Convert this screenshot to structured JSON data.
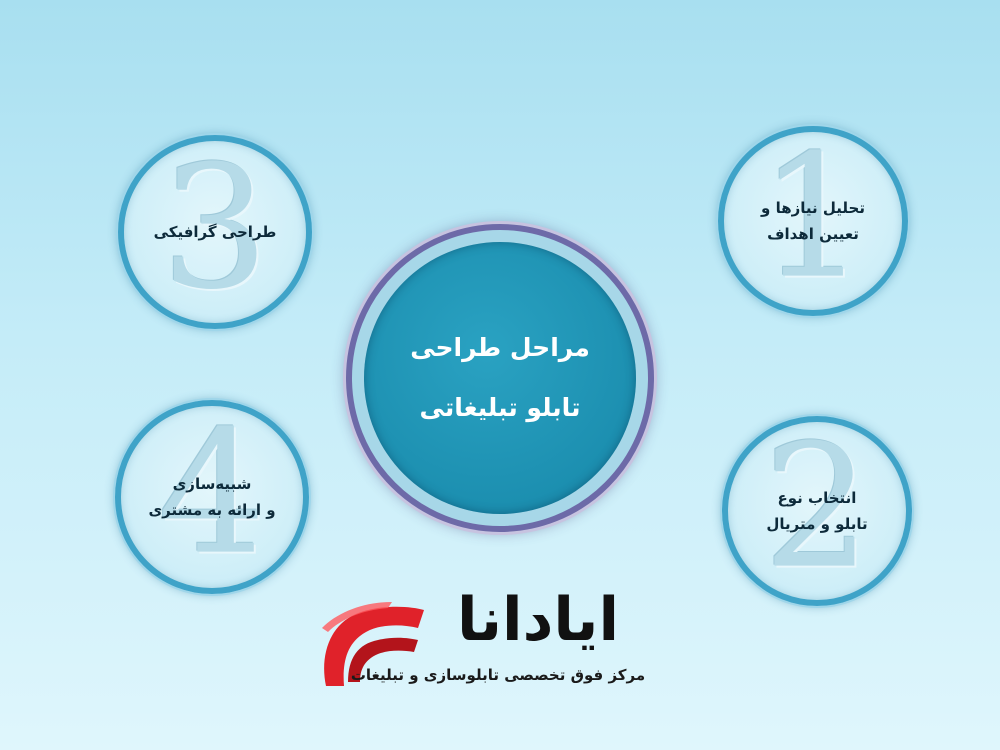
{
  "center": {
    "line1": "مراحل  طراحی",
    "line2": "تابلو تبلیغاتی"
  },
  "steps": [
    {
      "numeral": "1",
      "line1": "تحلیل نیازها و",
      "line2": "تعیین اهداف"
    },
    {
      "numeral": "2",
      "line1": "انتخاب نوع",
      "line2": "تابلو و متریال"
    },
    {
      "numeral": "3",
      "line1": "طراحی گرافیکی",
      "line2": ""
    },
    {
      "numeral": "4",
      "line1": "شبیه‌سازی",
      "line2": "و ارائه به مشتری"
    }
  ],
  "logo": {
    "wordmark": "ایادانا",
    "tagline": "مرکز فوق تخصصی تابلوسازی و تبلیغات",
    "accent_color": "#e0222a"
  },
  "colors": {
    "background_top": "#a8dff0",
    "circle_border": "#3fa3c8",
    "center_fill": "#1c8fb0",
    "center_ring": "#6d6aa8"
  }
}
